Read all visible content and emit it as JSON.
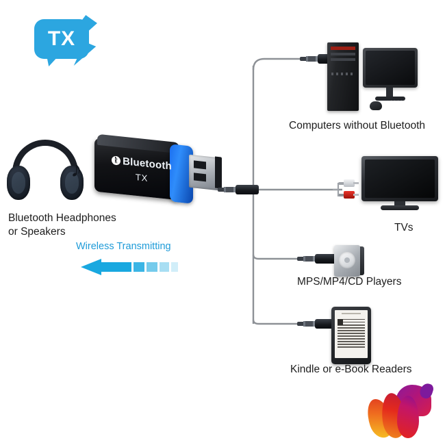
{
  "page": {
    "background_color": "#ffffff",
    "type": "product-connection-diagram"
  },
  "badge": {
    "text": "TX",
    "color": "#2ca6e0",
    "icon": "lightning-bolt-icon"
  },
  "device": {
    "name": "bluetooth-tx-usb-transmitter",
    "brand_text": "Bluetooth",
    "mode_text": "TX",
    "bluetooth_glyph": "ᚱ",
    "body_color": "#0d0e12",
    "collar_color": "#1b6ff0",
    "connector": "USB-A"
  },
  "wireless": {
    "label": "Wireless Transmitting",
    "color": "#1e9bd8",
    "direction": "left",
    "arrow_segments": 5
  },
  "sources": {
    "headphones": {
      "label": "Bluetooth Headphones\nor Speakers",
      "label_line1": "Bluetooth Headphones",
      "label_line2": "or Speakers",
      "icon": "over-ear-headphones-icon",
      "note_glyph": "♪"
    }
  },
  "outputs": [
    {
      "id": "computers",
      "label": "Computers without Bluetooth",
      "icon": "desktop-computer-icon",
      "connector": "3.5mm-audio-jack"
    },
    {
      "id": "tvs",
      "label": "TVs",
      "icon": "flat-screen-tv-icon",
      "connector": "rca-stereo-red-white",
      "rca_colors": [
        "#ffffff",
        "#e8342a"
      ]
    },
    {
      "id": "players",
      "label": "MPS/MP4/CD Players",
      "icon": "mp3-player-icon",
      "connector": "3.5mm-audio-jack"
    },
    {
      "id": "ereaders",
      "label": "Kindle or e-Book Readers",
      "icon": "e-reader-icon",
      "connector": "3.5mm-audio-jack"
    }
  ],
  "brand_logo": {
    "name": "gradient-flame-animal-logo",
    "colors": [
      "#f7c623",
      "#ef6c1f",
      "#e03a20",
      "#c2156a",
      "#8a1192"
    ]
  },
  "wiring": {
    "trunk_color": "#8d9196",
    "description": "central 3.5mm plug splits into four branches"
  }
}
